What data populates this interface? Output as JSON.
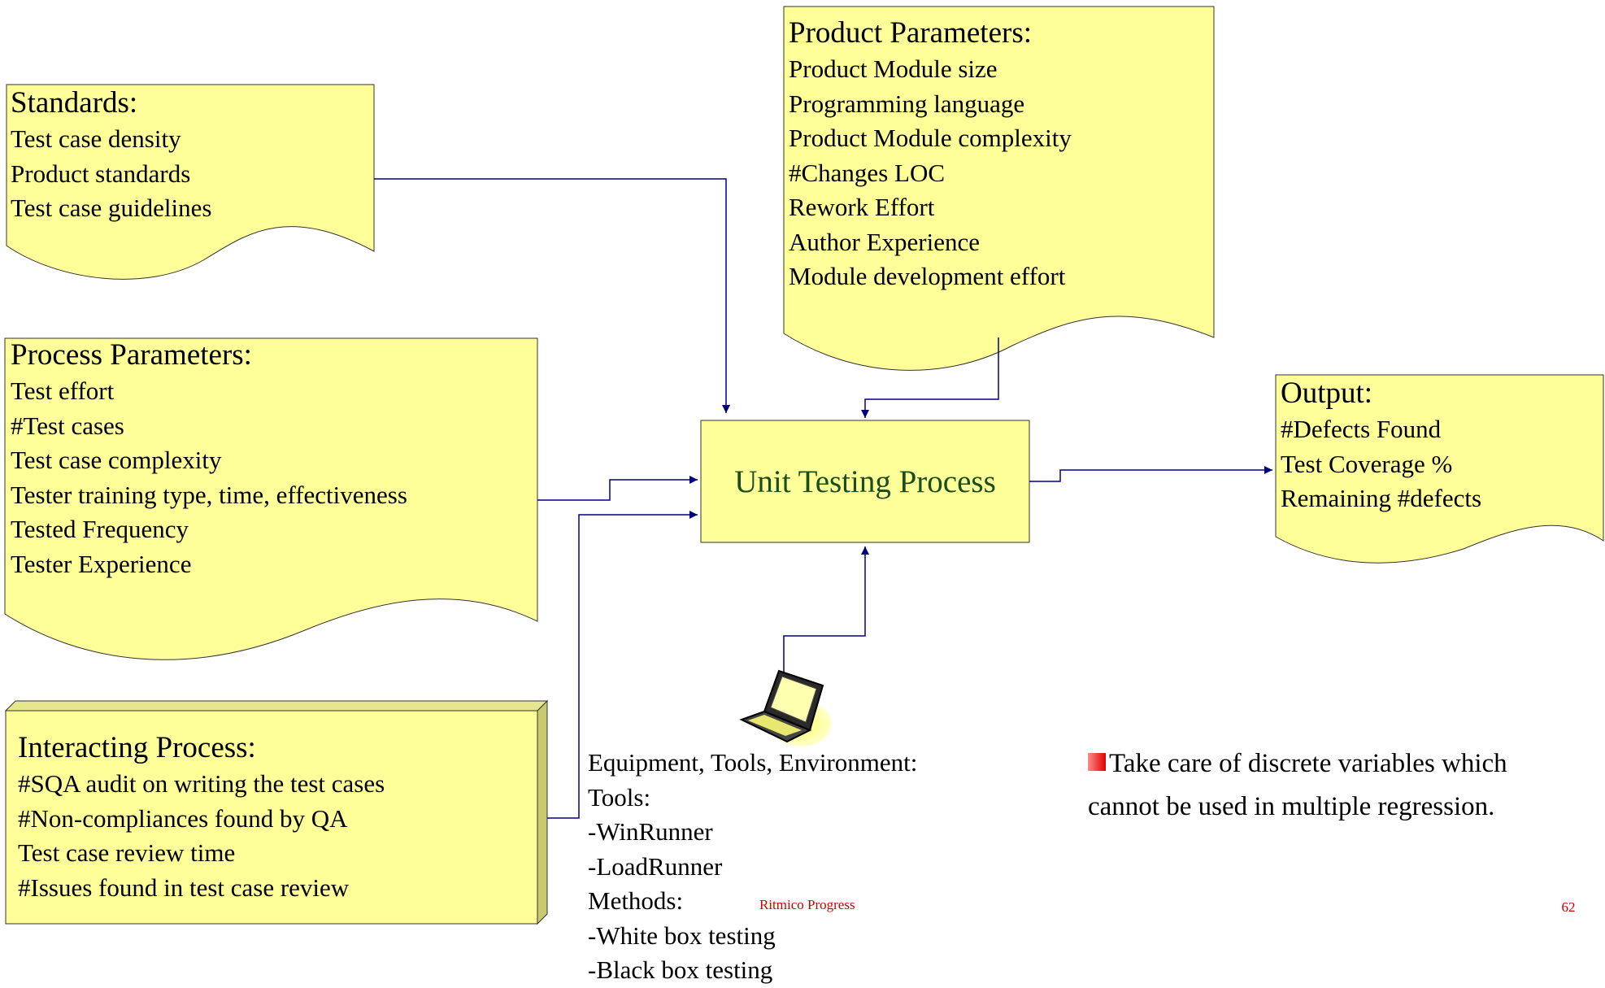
{
  "standards": {
    "title": "Standards:",
    "items": [
      "Test case density",
      "Product standards",
      "Test case guidelines"
    ]
  },
  "product_parameters": {
    "title": "Product Parameters:",
    "items": [
      "Product Module size",
      "Programming language",
      "Product Module complexity",
      "#Changes LOC",
      "Rework Effort",
      "Author Experience",
      "Module development effort"
    ]
  },
  "process_parameters": {
    "title": "Process Parameters:",
    "items": [
      "Test effort",
      "#Test cases",
      "Test case complexity",
      "Tester training type, time, effectiveness",
      "Tested Frequency",
      "Tester Experience"
    ]
  },
  "interacting_process": {
    "title": "Interacting Process:",
    "items": [
      "#SQA audit on writing the test cases",
      "#Non-compliances found by QA",
      "Test case review time",
      "#Issues found in test case review"
    ]
  },
  "central_process": {
    "label": "Unit Testing Process"
  },
  "output": {
    "title": "Output:",
    "items": [
      "#Defects Found",
      "Test Coverage %",
      "Remaining #defects"
    ]
  },
  "equipment": {
    "lines": [
      "Equipment, Tools, Environment:",
      "Tools:",
      "-WinRunner",
      "-LoadRunner",
      "Methods:",
      "-White box testing",
      "-Black box testing"
    ],
    "icon": "laptop-icon"
  },
  "note": {
    "text": "Take care of discrete variables which cannot be used in multiple regression."
  },
  "footer": {
    "text": "Ritmico Progress",
    "page_number": "62"
  },
  "colors": {
    "box_fill": "#ffff99",
    "connector": "#000080",
    "process_text": "#1b4d1b",
    "footer_text": "#cc0000"
  }
}
